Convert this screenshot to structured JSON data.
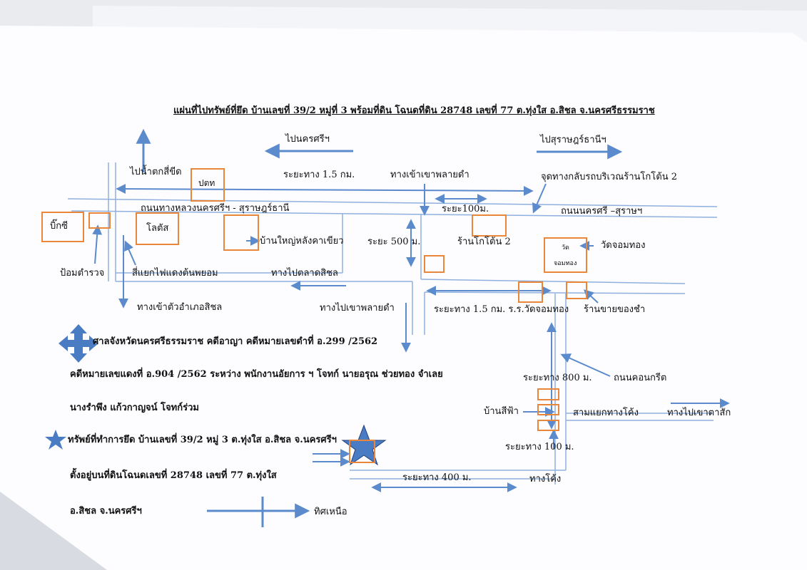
{
  "title": "แผ่นที่ไปทรัพย์ที่ยึด บ้านเลขที่ 39/2  หมู่ที่ 3   พร้อมที่ดิน  โฉนดที่ดิน  28748  เลขที่ 77  ต.ทุ่งใส  อ.สิชล จ.นครศรีธรรมราช",
  "labels": {
    "to_nakhon": "ไปนครศรีฯ",
    "to_surat": "ไปสุราษฎร์ธานีฯ",
    "to_waterfall": "ไปน้ำตกสี่ขีด",
    "dist_1_5km": "ระยะทาง 1.5 กม.",
    "entrance_khao_plai_dam": "ทางเข้าเขาพลายดำ",
    "u_turn_point": "จุดทางกลับรถบริเวณร้านโกโต้น 2",
    "ptt": "ปตท",
    "main_road": "ถนนทางหลวงนครศรีฯ - สุราษฎร์ธานี",
    "dist_100m": "ระยะ100ม.",
    "road_nakhon_surat": "ถนนนครศรี –สุราษฯ",
    "big_c": "บิ๊กซี",
    "lotus": "โลตัส",
    "big_house_green_roof": "บ้านใหญ่หลังคาเขียว",
    "dist_500m": "ระยะ 500 ม.",
    "ko_ton_2": "ร้านโกโต้น 2",
    "wat_box_top": "วัด",
    "wat_box_bottom": "จอมทอง",
    "wat_chom_thong": "วัดจอมทอง",
    "police_box": "ป้อมตำรวจ",
    "intersection_light": "สี่แยกไฟแดงต้นพยอม",
    "to_sichon_market": "ทางไปตลาดสิชล",
    "entrance_sichon_district": "ทางเข้าตัวอำเภอสิชล",
    "to_khao_plai_dam": "ทางไปเขาพลายดำ",
    "dist_school": "ระยะทาง 1.5 กม.  ร.ร.วัดจอมทอง",
    "grocery_shop": "ร้านขายของชำ",
    "dist_800m": "ระยะทาง 800 ม.",
    "concrete_road": "ถนนคอนกรีต",
    "blue_house": "บ้านสีฟ้า",
    "three_way_curve": "สามแยกทางโค้ง",
    "to_khao_tasak": "ทางไปเขาตาสัก",
    "dist_100m_b": "ระยะทาง 100 ม.",
    "dist_400m": "ระยะทาง 400  ม.",
    "curve": "ทางโค้ง",
    "north": "ทิศเหนือ"
  },
  "case_info": {
    "court": "ศาลจังหวัดนครศรีธรรมราช  คดีอาญา คดีหมายเลขดำที่  อ.299  /2562",
    "red_case": "คดีหมายเลขแดงที่ อ.904 /2562    ระหว่าง  พนักงานอัยการ ฯ โจทก์  นายอรุณ ช่วยทอง จำเลย",
    "co_plaintiff": "นางรำพึง  แก้วกาญจน์  โจทก์ร่วม",
    "property": "ทรัพย์ที่ทำการยึด บ้านเลขที่ 39/2  หมู่ 3  ต.ทุ่งใส อ.สิชล จ.นครศรีฯ",
    "land_location": "ตั้งอยู่บนที่ดินโฉนดเลขที่ 28748 เลขที่ 77 ต.ทุ่งใส",
    "district": "อ.สิชล  จ.นครศรีฯ"
  },
  "colors": {
    "arrow": "#5b8bcc",
    "road": "#8fb0df",
    "box": "#e8863c",
    "star": "#4a7cc4",
    "paper": "#fdfdff"
  },
  "icons": {
    "four_way": "four-way-arrow-icon",
    "star": "star-icon",
    "compass": "north-compass-icon"
  }
}
